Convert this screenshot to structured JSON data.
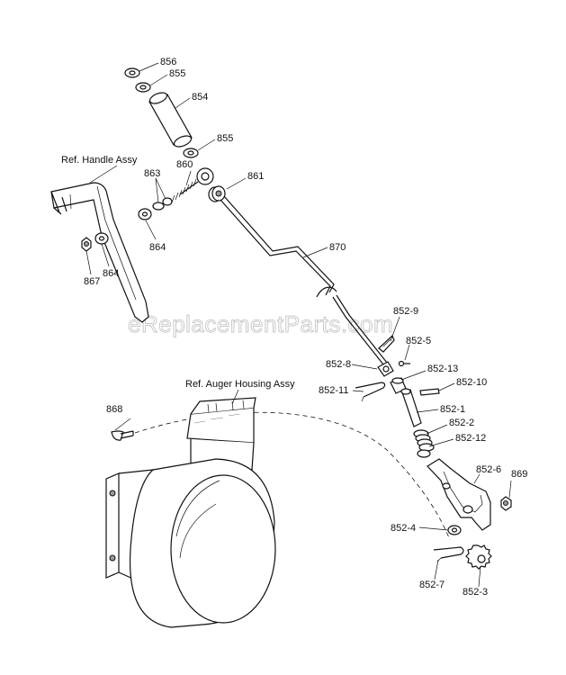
{
  "watermark": "eReplacementParts.com",
  "reference_labels": {
    "handle": "Ref. Handle Assy",
    "auger": "Ref. Auger Housing Assy"
  },
  "callouts": {
    "p856": "856",
    "p855_top": "855",
    "p854": "854",
    "p855_mid": "855",
    "p860": "860",
    "p863": "863",
    "p861": "861",
    "p864_a": "864",
    "p864_b": "864",
    "p867": "867",
    "p870": "870",
    "p852_9": "852-9",
    "p852_5": "852-5",
    "p852_8": "852-8",
    "p852_13": "852-13",
    "p852_10": "852-10",
    "p852_11": "852-11",
    "p852_1": "852-1",
    "p852_2": "852-2",
    "p852_12": "852-12",
    "p868": "868",
    "p852_6": "852-6",
    "p869": "869",
    "p852_4": "852-4",
    "p852_7": "852-7",
    "p852_3": "852-3"
  }
}
